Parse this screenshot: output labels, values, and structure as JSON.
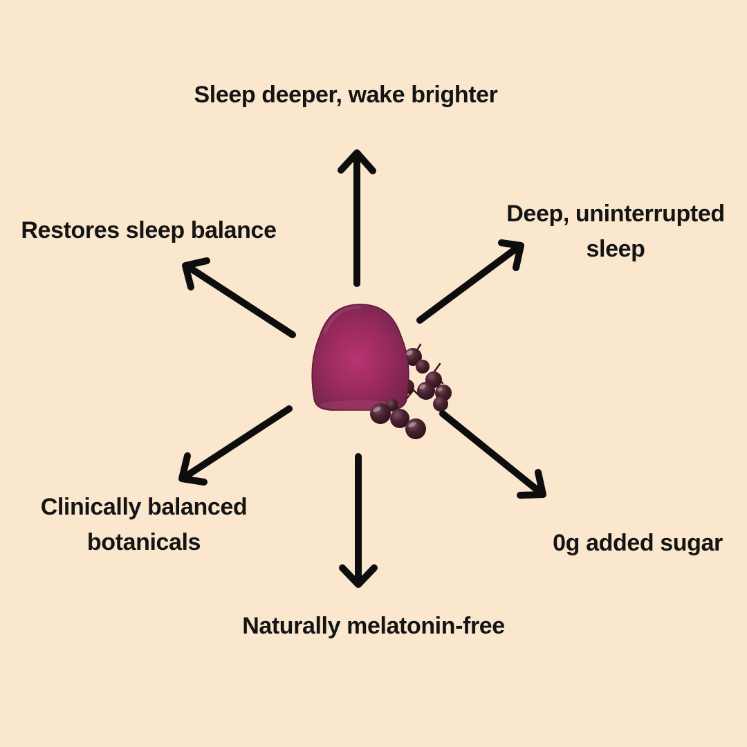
{
  "title": "Elderberry sleep gummy benefits infographic",
  "colors": {
    "background": "#FAE7CE",
    "text": "#141414",
    "arrow": "#0D0D0D",
    "gummy_bright": "#B83370",
    "gummy_mid": "#9A2B5E",
    "gummy_dark": "#66203F",
    "gummy_edge": "#5A1C38",
    "berry_light": "#7E5260",
    "berry_mid": "#49222F",
    "berry_dark": "#2A0F18"
  },
  "center_image": {
    "description": "Dark magenta gumdrop-shaped gummy with a cluster of elderberries"
  },
  "labels": {
    "top": "Sleep deeper, wake brighter",
    "upper_right": "Deep, uninterrupted sleep",
    "lower_right": "0g added sugar",
    "bottom": "Naturally melatonin-free",
    "lower_left": "Clinically balanced botanicals",
    "upper_left": "Restores sleep balance"
  }
}
